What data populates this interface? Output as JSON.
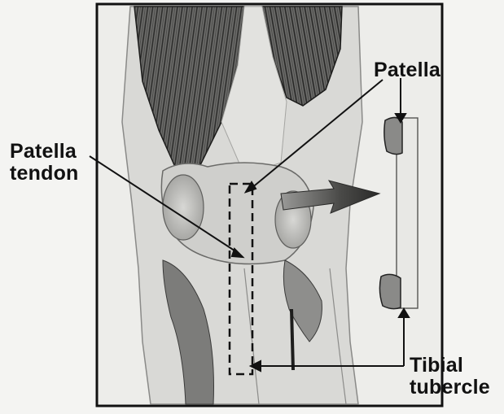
{
  "labels": {
    "patella": "Patella",
    "patella_tendon_line1": "Patella",
    "patella_tendon_line2": "tendon",
    "tibial_line1": "Tibial",
    "tibial_line2": "tubercle"
  }
}
